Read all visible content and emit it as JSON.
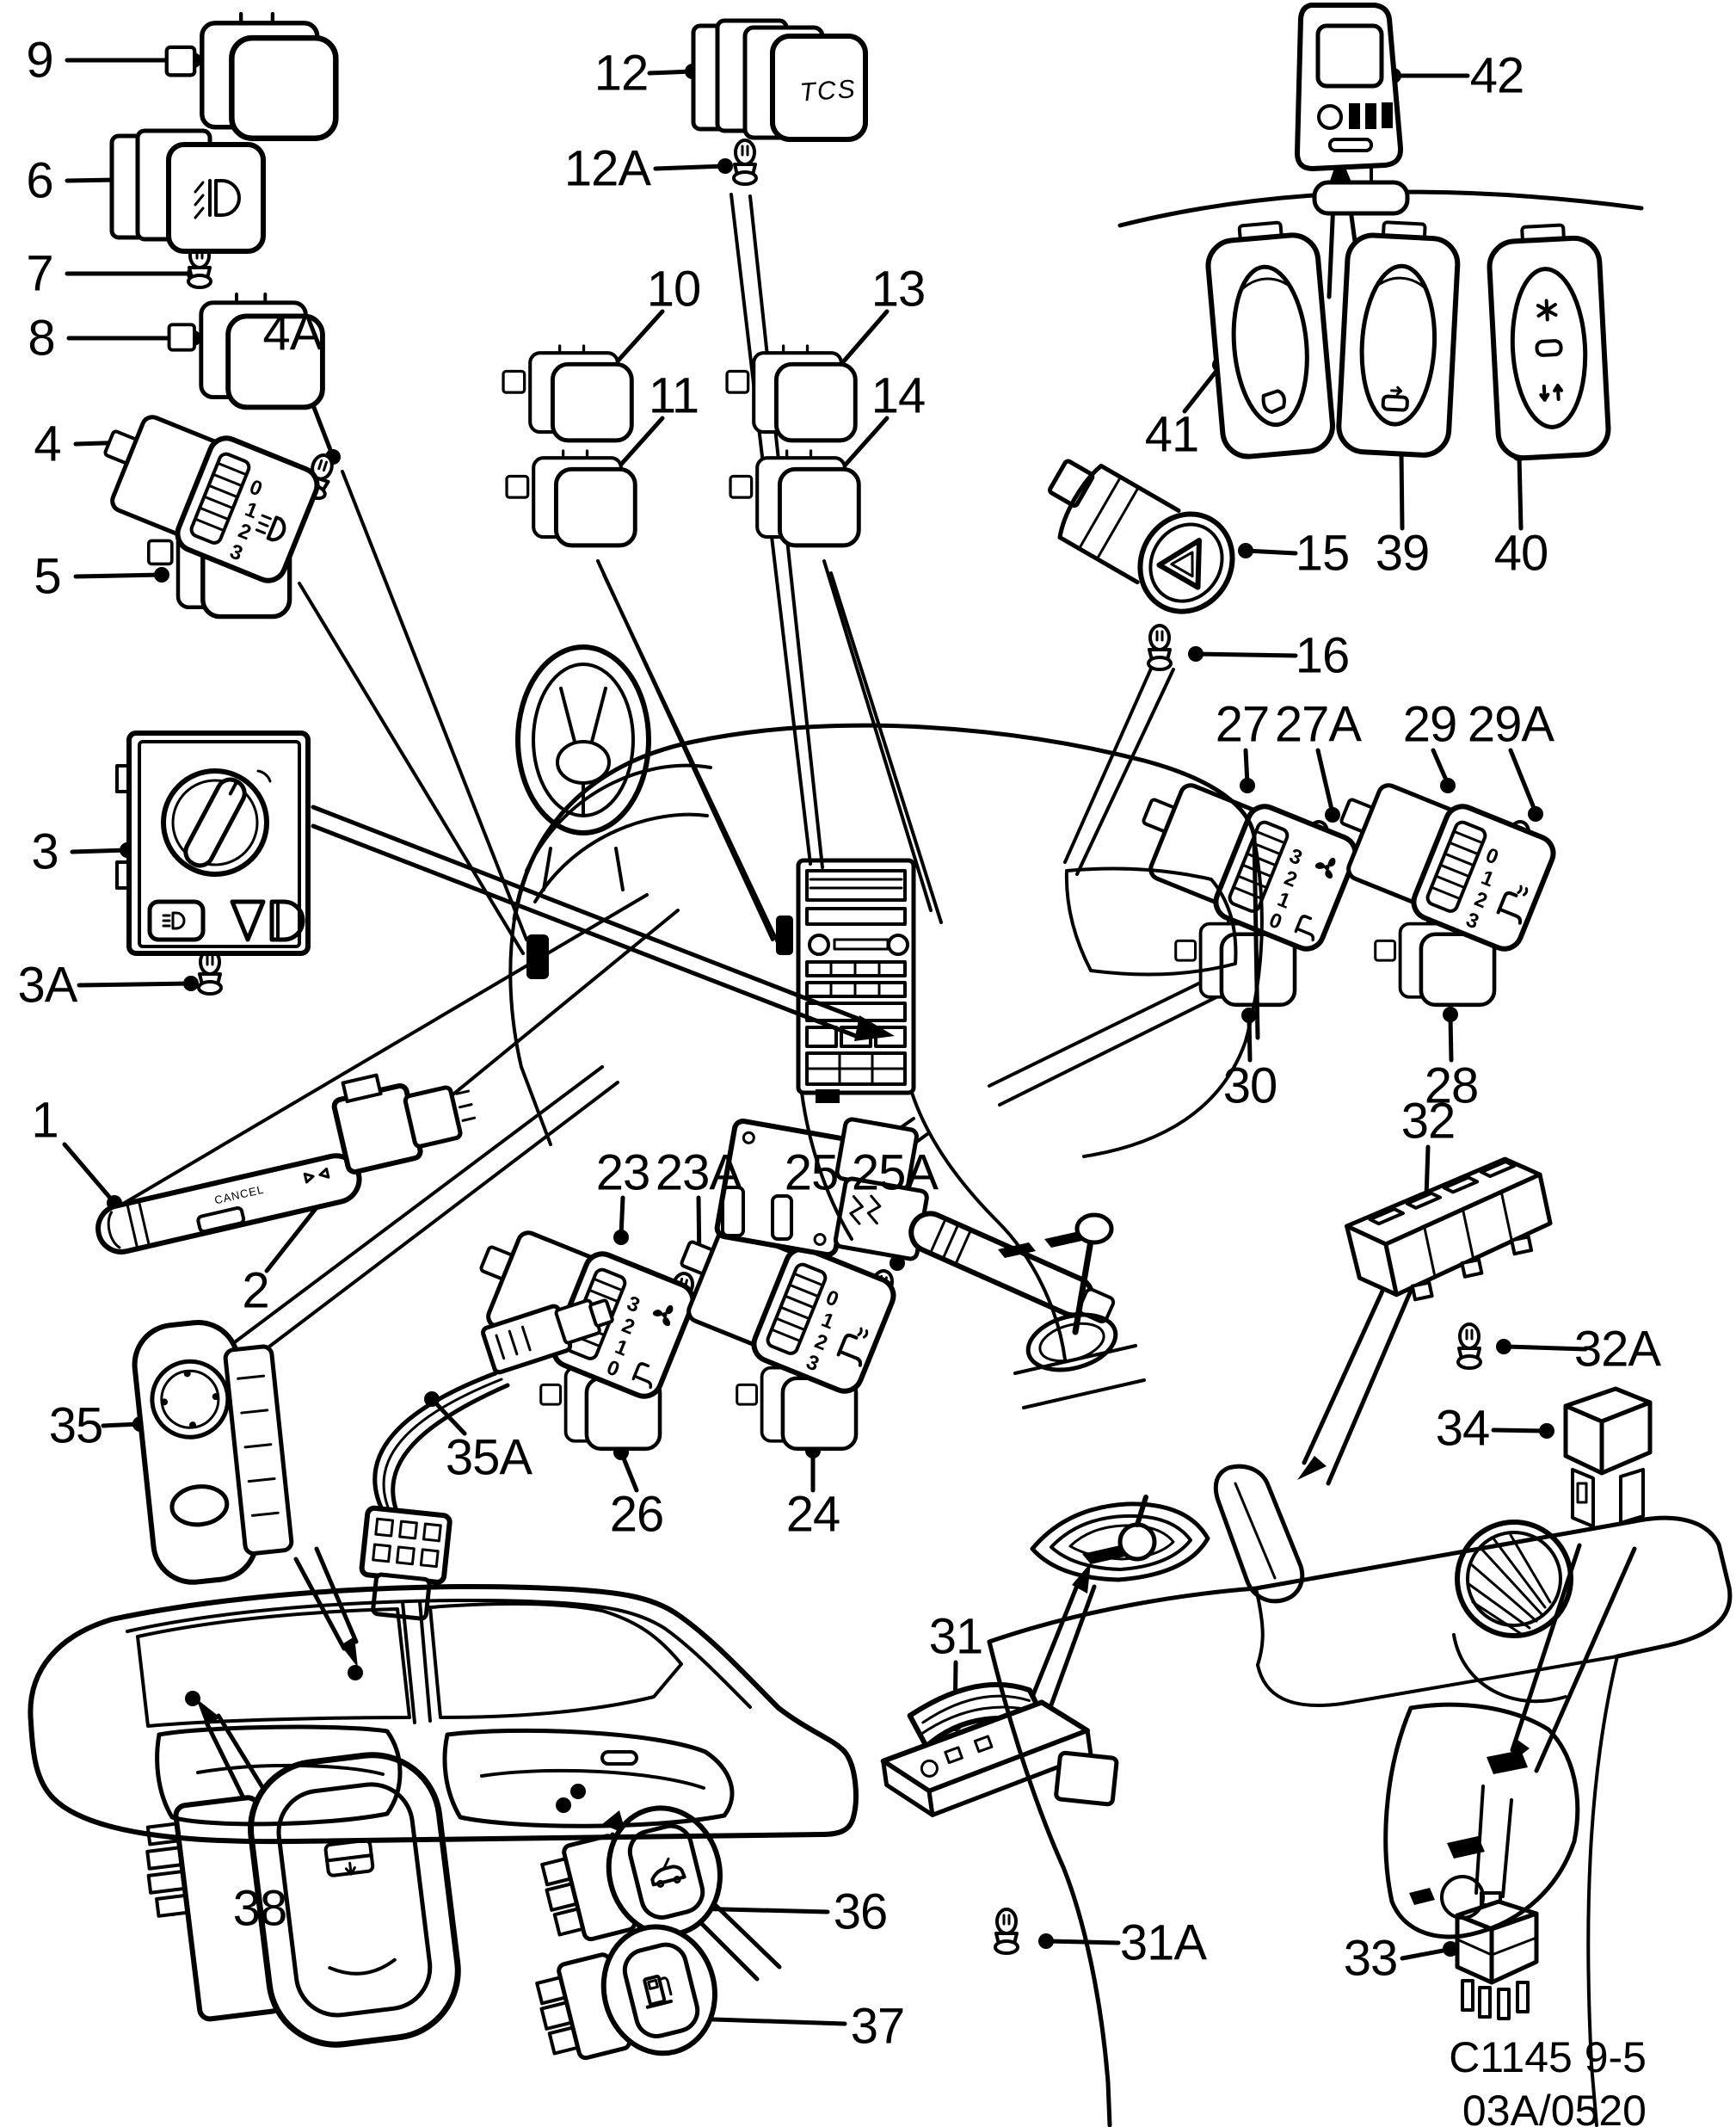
{
  "footer": {
    "code_line1": "C1145 9-5",
    "code_line2": "03A/0520"
  },
  "labels": {
    "n1": "1",
    "n2": "2",
    "n3": "3",
    "n3a": "3A",
    "n4": "4",
    "n4a": "4A",
    "n5": "5",
    "n6": "6",
    "n7": "7",
    "n8": "8",
    "n9": "9",
    "n10": "10",
    "n11": "11",
    "n12": "12",
    "n12a": "12A",
    "n13": "13",
    "n14": "14",
    "n15": "15",
    "n16": "16",
    "n23": "23",
    "n23a": "23A",
    "n24": "24",
    "n25": "25",
    "n25a": "25A",
    "n26": "26",
    "n27": "27",
    "n27a": "27A",
    "n28": "28",
    "n29": "29",
    "n29a": "29A",
    "n30": "30",
    "n31": "31",
    "n31a": "31A",
    "n32": "32",
    "n32a": "32A",
    "n33": "33",
    "n34": "34",
    "n35": "35",
    "n35a": "35A",
    "n36": "36",
    "n37": "37",
    "n38": "38",
    "n39": "39",
    "n40": "40",
    "n41": "41",
    "n42": "42"
  },
  "switch_text": {
    "tcs": "TCS",
    "cancel": "CANCEL"
  },
  "dial": {
    "d0": "0",
    "d1": "1",
    "d2": "2",
    "d3": "3"
  }
}
